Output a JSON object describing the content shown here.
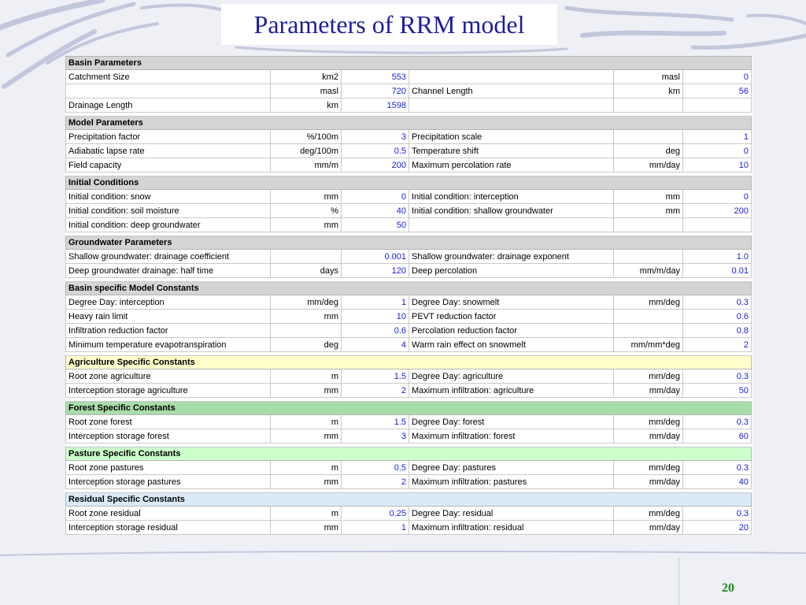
{
  "slide": {
    "title": "Parameters of RRM model",
    "page_number": "20"
  },
  "colors": {
    "title_text": "#1d1d9e",
    "value_text": "#1a1ae6",
    "page_number": "#1c8a1c",
    "header_gray": "#d4d4d4",
    "header_yellow": "#ffffcc",
    "header_green": "#a8dcaa",
    "header_lightgreen": "#ccffcc",
    "header_blue": "#dbeaf7"
  },
  "sections": [
    {
      "name": "Basin Parameters",
      "style": "gray",
      "rows": [
        {
          "l_label": "Catchment Size",
          "l_unit": "km2",
          "l_value": "553",
          "r_label": "",
          "r_unit": "masl",
          "r_value": "0"
        },
        {
          "l_label": "",
          "l_unit": "masl",
          "l_value": "720",
          "r_label": "Channel Length",
          "r_unit": "km",
          "r_value": "56"
        },
        {
          "l_label": "Drainage Length",
          "l_unit": "km",
          "l_value": "1598",
          "r_label": "",
          "r_unit": "",
          "r_value": ""
        }
      ]
    },
    {
      "name": "Model Parameters",
      "style": "gray",
      "rows": [
        {
          "l_label": "Precipitation factor",
          "l_unit": "%/100m",
          "l_value": "3",
          "r_label": "Precipitation scale",
          "r_unit": "",
          "r_value": "1"
        },
        {
          "l_label": "Adiabatic lapse rate",
          "l_unit": "deg/100m",
          "l_value": "0.5",
          "r_label": "Temperature shift",
          "r_unit": "deg",
          "r_value": "0"
        },
        {
          "l_label": "Field capacity",
          "l_unit": "mm/m",
          "l_value": "200",
          "r_label": "Maximum percolation rate",
          "r_unit": "mm/day",
          "r_value": "10"
        }
      ]
    },
    {
      "name": "Initial Conditions",
      "style": "gray",
      "rows": [
        {
          "l_label": "Initial condition: snow",
          "l_unit": "mm",
          "l_value": "0",
          "r_label": "Initial condition: interception",
          "r_unit": "mm",
          "r_value": "0"
        },
        {
          "l_label": "Initial condition: soil moisture",
          "l_unit": "%",
          "l_value": "40",
          "r_label": "Initial condition: shallow groundwater",
          "r_unit": "mm",
          "r_value": "200"
        },
        {
          "l_label": "Initial condition: deep groundwater",
          "l_unit": "mm",
          "l_value": "50",
          "r_label": "",
          "r_unit": "",
          "r_value": ""
        }
      ]
    },
    {
      "name": "Groundwater Parameters",
      "style": "gray",
      "rows": [
        {
          "l_label": "Shallow groundwater: drainage coefficient",
          "l_unit": "",
          "l_value": "0.001",
          "r_label": "Shallow groundwater: drainage exponent",
          "r_unit": "",
          "r_value": "1.0"
        },
        {
          "l_label": "Deep groundwater drainage: half time",
          "l_unit": "days",
          "l_value": "120",
          "r_label": "Deep percolation",
          "r_unit": "mm/m/day",
          "r_value": "0.01"
        }
      ]
    },
    {
      "name": "Basin specific Model Constants",
      "style": "gray",
      "rows": [
        {
          "l_label": "Degree Day: interception",
          "l_unit": "mm/deg",
          "l_value": "1",
          "r_label": "Degree Day: snowmelt",
          "r_unit": "mm/deg",
          "r_value": "0.3"
        },
        {
          "l_label": "Heavy rain limit",
          "l_unit": "mm",
          "l_value": "10",
          "r_label": "PEVT reduction factor",
          "r_unit": "",
          "r_value": "0.6"
        },
        {
          "l_label": "Infiltration reduction factor",
          "l_unit": "",
          "l_value": "0.6",
          "r_label": "Percolation reduction factor",
          "r_unit": "",
          "r_value": "0.8"
        },
        {
          "l_label": "Minimum temperature evapotranspiration",
          "l_unit": "deg",
          "l_value": "4",
          "r_label": "Warm rain effect on snowmelt",
          "r_unit": "mm/mm*deg",
          "r_value": "2"
        }
      ]
    },
    {
      "name": "Agriculture Specific Constants",
      "style": "yellow",
      "rows": [
        {
          "l_label": "Root zone agriculture",
          "l_unit": "m",
          "l_value": "1.5",
          "r_label": "Degree Day: agriculture",
          "r_unit": "mm/deg",
          "r_value": "0.3"
        },
        {
          "l_label": "Interception storage agriculture",
          "l_unit": "mm",
          "l_value": "2",
          "r_label": "Maximum infiltration: agriculture",
          "r_unit": "mm/day",
          "r_value": "50"
        }
      ]
    },
    {
      "name": "Forest Specific Constants",
      "style": "green",
      "rows": [
        {
          "l_label": "Root zone forest",
          "l_unit": "m",
          "l_value": "1.5",
          "r_label": "Degree Day: forest",
          "r_unit": "mm/deg",
          "r_value": "0.3"
        },
        {
          "l_label": "Interception storage forest",
          "l_unit": "mm",
          "l_value": "3",
          "r_label": "Maximum infiltration: forest",
          "r_unit": "mm/day",
          "r_value": "60"
        }
      ]
    },
    {
      "name": "Pasture Specific Constants",
      "style": "lightgreen",
      "rows": [
        {
          "l_label": "Root zone pastures",
          "l_unit": "m",
          "l_value": "0.5",
          "r_label": "Degree Day: pastures",
          "r_unit": "mm/deg",
          "r_value": "0.3"
        },
        {
          "l_label": "Interception storage pastures",
          "l_unit": "mm",
          "l_value": "2",
          "r_label": "Maximum infiltration: pastures",
          "r_unit": "mm/day",
          "r_value": "40"
        }
      ]
    },
    {
      "name": "Residual Specific Constants",
      "style": "blue",
      "rows": [
        {
          "l_label": "Root zone residual",
          "l_unit": "m",
          "l_value": "0.25",
          "r_label": "Degree Day: residual",
          "r_unit": "mm/deg",
          "r_value": "0.3"
        },
        {
          "l_label": "Interception storage residual",
          "l_unit": "mm",
          "l_value": "1",
          "r_label": "Maximum infiltration: residual",
          "r_unit": "mm/day",
          "r_value": "20"
        }
      ]
    }
  ]
}
